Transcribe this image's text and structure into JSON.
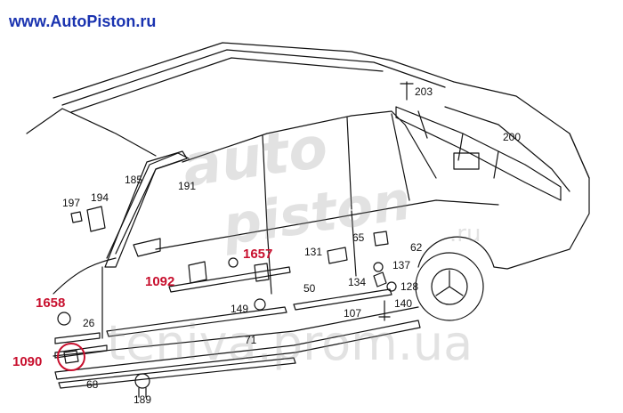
{
  "site_title": "www.AutoPiston.ru",
  "watermarks": {
    "logo_line1": "auto",
    "logo_line2": "piston",
    "logo_suffix": ".ru",
    "bottom": "teniva.prom.ua"
  },
  "parts_red": [
    "1657",
    "1092",
    "1658",
    "1090"
  ],
  "parts": [
    "203",
    "200",
    "185",
    "191",
    "197",
    "194",
    "65",
    "62",
    "131",
    "137",
    "134",
    "128",
    "50",
    "140",
    "149",
    "107",
    "26",
    "71",
    "68",
    "189"
  ],
  "colors": {
    "site": "#1a33b0",
    "callout": "#c8102e",
    "circle": "#c8102e",
    "ink": "#111111"
  }
}
